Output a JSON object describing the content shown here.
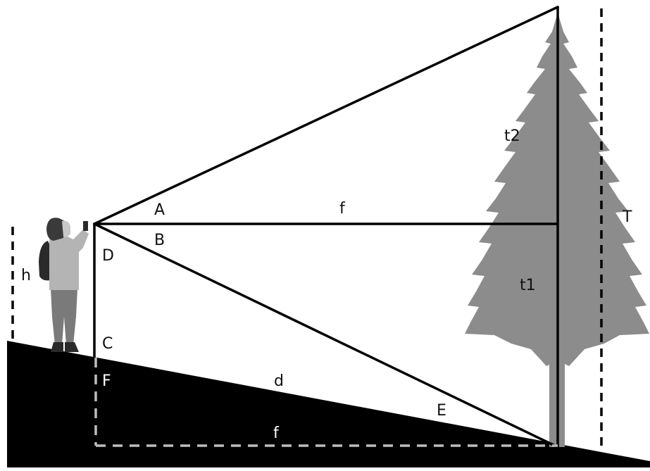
{
  "labels": {
    "A": "A",
    "B": "B",
    "C": "C",
    "D": "D",
    "E": "E",
    "F": "F",
    "f_top": "f",
    "f_bottom": "f",
    "d": "d",
    "h": "h",
    "T": "T",
    "t1": "t1",
    "t2": "t2"
  },
  "colors": {
    "ground": "#000000",
    "tree": "#8c8c8c",
    "lines": "#000000",
    "dashed_ground_line": "#bdbdbd",
    "person_jacket": "#b4b4b4",
    "person_pants": "#7a7a7a",
    "person_hair": "#3a3a3a",
    "backpack": "#2a2a2a"
  }
}
